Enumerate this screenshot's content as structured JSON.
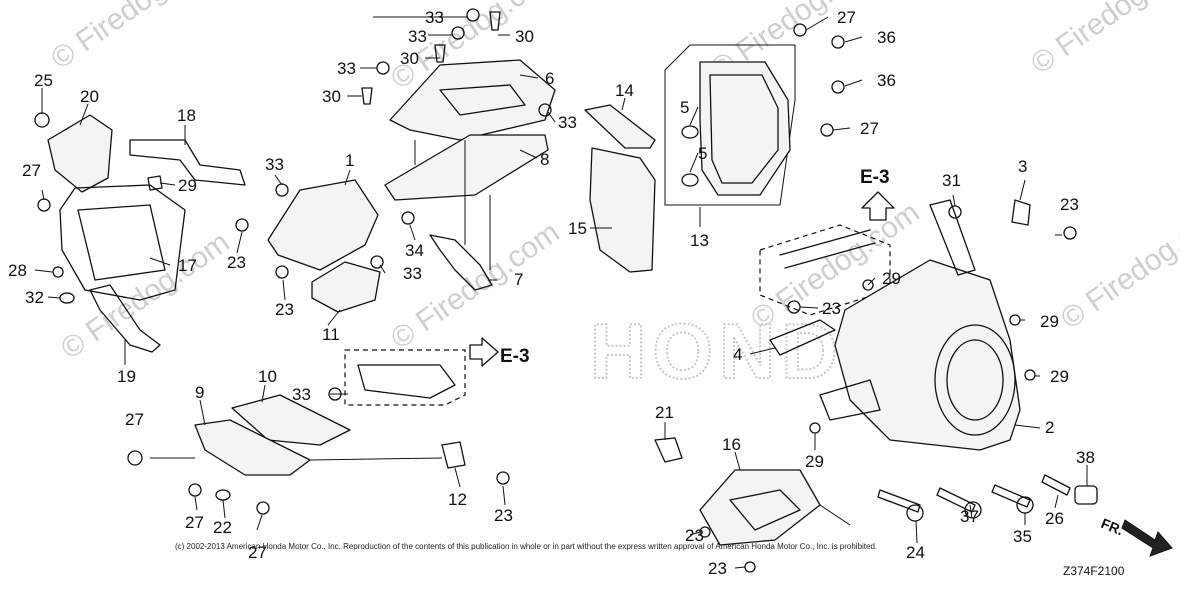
{
  "watermark": "© Firedog.com",
  "ghost_brand": "HONDA",
  "callouts": [
    "25",
    "20",
    "27",
    "28",
    "32",
    "17",
    "19",
    "18",
    "29",
    "23",
    "33",
    "1",
    "11",
    "30",
    "6",
    "8",
    "34",
    "7",
    "14",
    "15",
    "5",
    "13",
    "36",
    "31",
    "3",
    "4",
    "2",
    "21",
    "16",
    "9",
    "10",
    "22",
    "12",
    "24",
    "37",
    "35",
    "26",
    "38"
  ],
  "references": {
    "upper": "E-3",
    "middle": "E-3"
  },
  "direction_label": "FR.",
  "diagram_code": "Z374F2100",
  "copyright": "(c) 2002-2013 American Honda Motor Co., Inc. Reproduction of the contents of this publication in whole or in part without the express written approval of American Honda Motor Co., Inc. is prohibited."
}
